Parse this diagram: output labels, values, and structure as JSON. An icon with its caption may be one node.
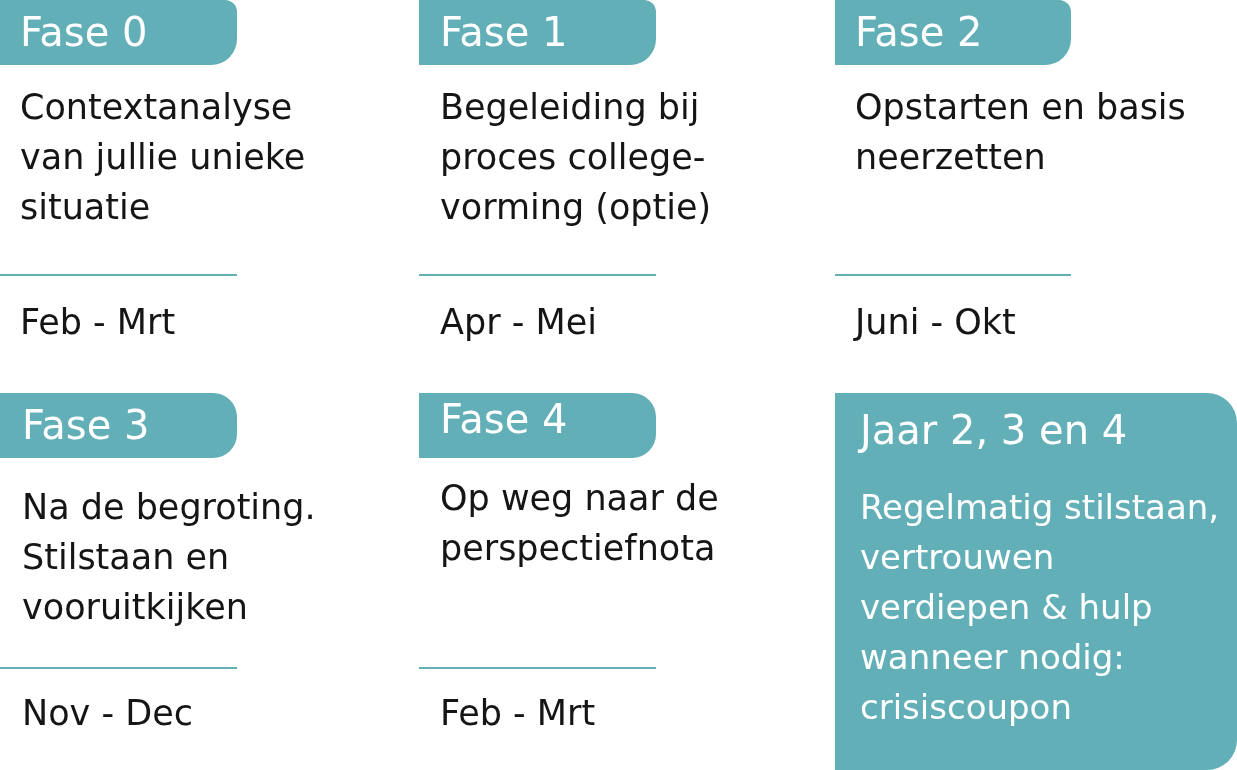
{
  "diagram": {
    "nodes": [
      {
        "text": [
          "Fase 0"
        ],
        "beside": [
          "Contextanalyse van jullie unieke situatie"
        ]
      },
      {
        "text": [
          "Fase 1"
        ],
        "beside": [
          "Begeleiding bij proces college-vorming (optie)"
        ]
      },
      {
        "text": [
          "Fase 2"
        ],
        "beside": [
          "Opstarten en basis neerzetten"
        ]
      },
      {
        "text": [
          "Fase 3"
        ],
        "beside": [
          "Na de begroting. Stilstaan en vooruitkijken"
        ]
      },
      {
        "text": [
          "Fase 4"
        ],
        "beside": [
          "Op weg naar de perspectiefnota"
        ]
      },
      {
        "text": [
          "Jaar 2, 3 en 4",
          "Regelmatig stilstaan, vertrouwen verdiepen & hulp wanneer nodig: crisiscoupon"
        ]
      }
    ],
    "edges": [],
    "labels": [
      "Feb - Mrt",
      "Apr - Mei",
      "Juni - Okt",
      "Nov - Dec",
      "Feb - Mrt"
    ]
  }
}
